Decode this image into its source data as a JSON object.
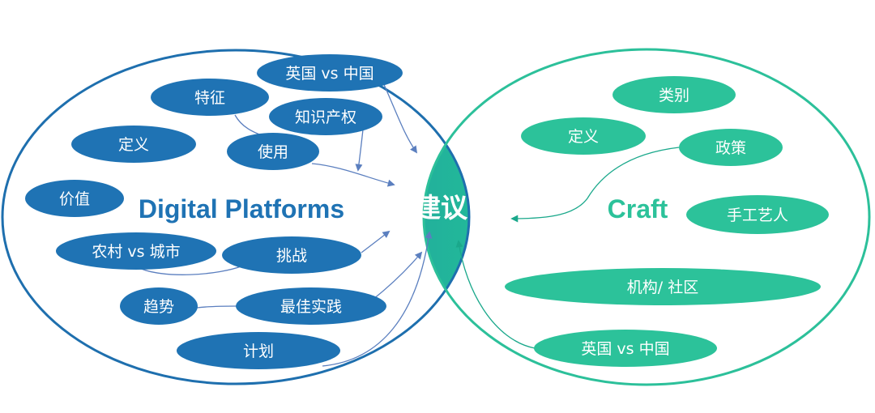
{
  "colors": {
    "left_circle": "#1e6fae",
    "right_circle": "#2cc09a",
    "left_node": "#1f73b4",
    "right_node": "#2cc29a",
    "left_title": "#1f73b4",
    "right_title": "#2cc29a",
    "center_text": "#ffffff",
    "arrow_left": "#5b7fbf",
    "arrow_right": "#1aa88b"
  },
  "diagram": {
    "left_title": "Digital Platforms",
    "right_title": "Craft",
    "center_title": "建议",
    "left_nodes": {
      "uk_vs_china": "英国 vs 中国",
      "features": "特征",
      "ip": "知识产权",
      "definition": "定义",
      "usage": "使用",
      "value": "价值",
      "rural_vs_urban": "农村 vs 城市",
      "challenges": "挑战",
      "trends": "趋势",
      "best_practice": "最佳实践",
      "plan": "计划"
    },
    "right_nodes": {
      "category": "类别",
      "definition": "定义",
      "policy": "政策",
      "artisans": "手工艺人",
      "institutions": "机构/ 社区",
      "uk_vs_china": "英国 vs 中国"
    }
  }
}
